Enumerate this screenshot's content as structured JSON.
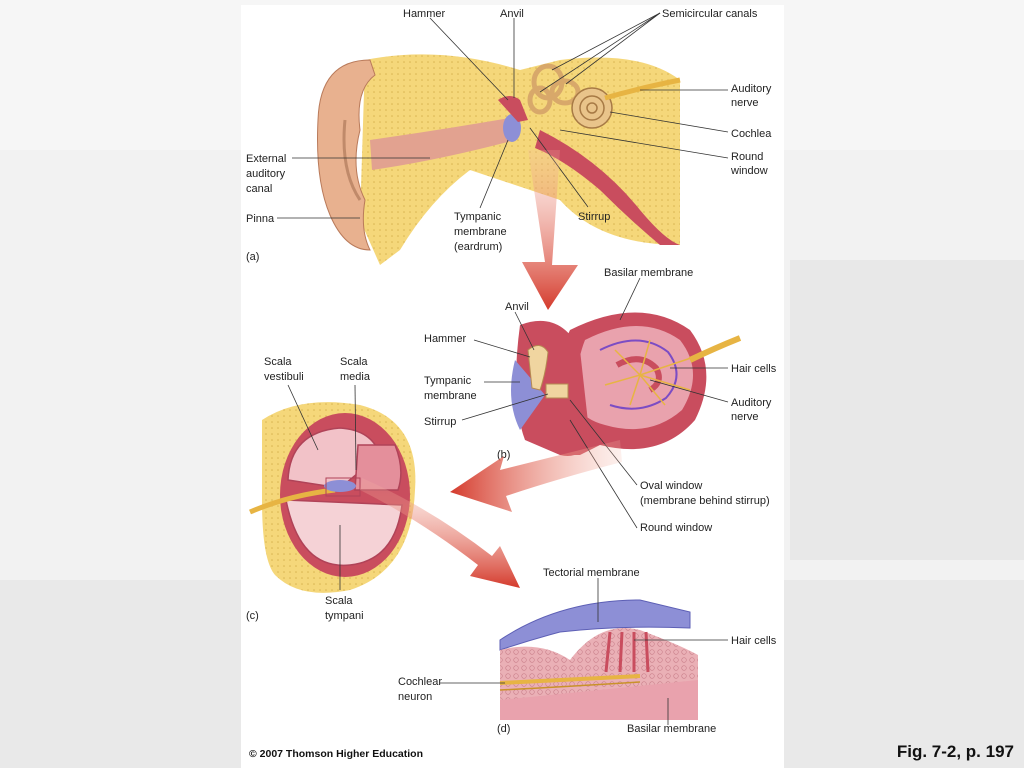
{
  "panel_a": {
    "hammer": "Hammer",
    "anvil": "Anvil",
    "semicircular_canals": "Semicircular canals",
    "auditory_nerve": [
      "Auditory",
      "nerve"
    ],
    "cochlea": "Cochlea",
    "round_window": [
      "Round",
      "window"
    ],
    "external_canal": [
      "External",
      "auditory",
      "canal"
    ],
    "pinna": "Pinna",
    "tympanic": [
      "Tympanic",
      "membrane",
      "(eardrum)"
    ],
    "stirrup": "Stirrup",
    "tag": "(a)"
  },
  "panel_b": {
    "basilar": "Basilar membrane",
    "anvil": "Anvil",
    "hammer": "Hammer",
    "tympanic": [
      "Tympanic",
      "membrane"
    ],
    "stirrup": "Stirrup",
    "hair_cells": "Hair cells",
    "auditory_nerve": [
      "Auditory",
      "nerve"
    ],
    "oval_window": [
      "Oval window",
      "(membrane behind stirrup)"
    ],
    "round_window": "Round window",
    "tag": "(b)"
  },
  "panel_c": {
    "scala_vestibuli": [
      "Scala",
      "vestibuli"
    ],
    "scala_media": [
      "Scala",
      "media"
    ],
    "scala_tympani": [
      "Scala",
      "tympani"
    ],
    "tag": "(c)"
  },
  "panel_d": {
    "tectorial": "Tectorial membrane",
    "hair_cells": "Hair cells",
    "cochlear_neuron": [
      "Cochlear",
      "neuron"
    ],
    "basilar": "Basilar membrane",
    "tag": "(d)"
  },
  "copyright": "© 2007 Thomson Higher Education",
  "figure_ref": "Fig. 7-2, p. 197",
  "colors": {
    "bone": "#f5d77a",
    "tissue": "#c94d5e",
    "pink": "#e9a2ad",
    "arrow": "#d43a2c",
    "blue": "#8d8fd6",
    "nerve": "#e7b443"
  }
}
